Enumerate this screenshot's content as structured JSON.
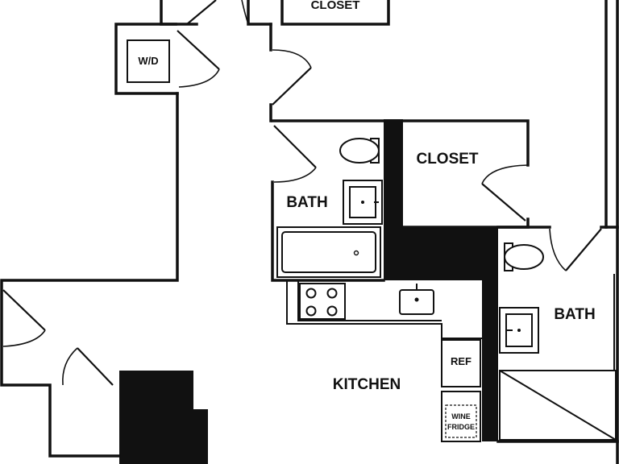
{
  "labels": {
    "closet_top": "CLOSET",
    "washer_dryer": "W/D",
    "closet_mid": "CLOSET",
    "bath_left": "BATH",
    "bath_right": "BATH",
    "kitchen": "KITCHEN",
    "refrigerator": "REF",
    "wine_fridge_line1": "WINE",
    "wine_fridge_line2": "FRIDGE"
  },
  "colors": {
    "wall": "#111111",
    "background": "#ffffff"
  }
}
